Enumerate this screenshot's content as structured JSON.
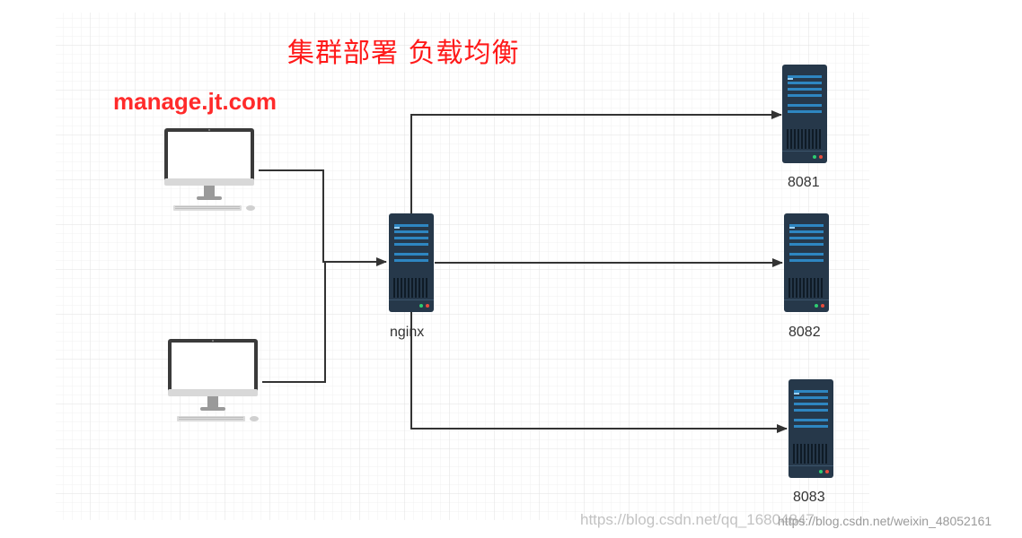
{
  "diagram": {
    "title": "集群部署  负载均衡",
    "client_domain": "manage.jt.com",
    "nodes": [
      {
        "id": "nginx",
        "label": "nginx"
      },
      {
        "id": "server-8081",
        "label": "8081"
      },
      {
        "id": "server-8082",
        "label": "8082"
      },
      {
        "id": "server-8083",
        "label": "8083"
      }
    ],
    "clients": [
      {
        "id": "client-1",
        "label": ""
      },
      {
        "id": "client-2",
        "label": ""
      }
    ],
    "edges": [
      {
        "from": "client-1",
        "to": "nginx"
      },
      {
        "from": "client-2",
        "to": "nginx"
      },
      {
        "from": "nginx",
        "to": "server-8081"
      },
      {
        "from": "nginx",
        "to": "server-8082"
      },
      {
        "from": "nginx",
        "to": "server-8083"
      }
    ],
    "colors": {
      "title": "#ff1a1a",
      "server_body": "#26384a",
      "server_stripe": "#2e86c1",
      "monitor_frame": "#3a3a3a",
      "line": "#333333",
      "grid": "#e8e8e8"
    }
  },
  "watermark": {
    "text_1": "https://blog.csdn.net/qq_16804847",
    "text_2": "https://blog.csdn.net/weixin_48052161"
  }
}
